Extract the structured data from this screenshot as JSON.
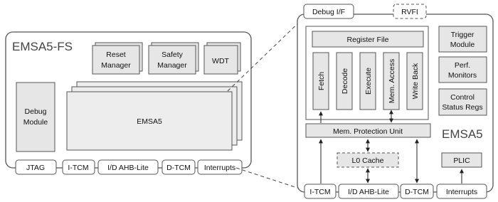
{
  "left_block": {
    "title": "EMSA5-FS",
    "reset_manager": [
      "Reset",
      "Manager"
    ],
    "safety_manager": [
      "Safety",
      "Manager"
    ],
    "wdt": "WDT",
    "debug_module": [
      "Debug",
      "Module"
    ],
    "core": "EMSA5",
    "ports": [
      "JTAG",
      "I-TCM",
      "I/D AHB-Lite",
      "D-TCM",
      "Interrupts"
    ]
  },
  "right_block": {
    "title": "EMSA5",
    "debug_if": "Debug I/F",
    "rvfi": "RVFI",
    "register_file": "Register File",
    "stages": [
      "Fetch",
      "Decode",
      "Execute",
      "Mem. Access",
      "Write Back"
    ],
    "trigger_module": [
      "Trigger",
      "Module"
    ],
    "perf_monitors": [
      "Perf.",
      "Monitors"
    ],
    "control_status": [
      "Control",
      "Status Regs"
    ],
    "mpu": "Mem. Protection Unit",
    "l0_cache": "L0 Cache",
    "plic": "PLIC",
    "ports": [
      "I-TCM",
      "I/D AHB-Lite",
      "D-TCM",
      "Interrupts"
    ]
  }
}
